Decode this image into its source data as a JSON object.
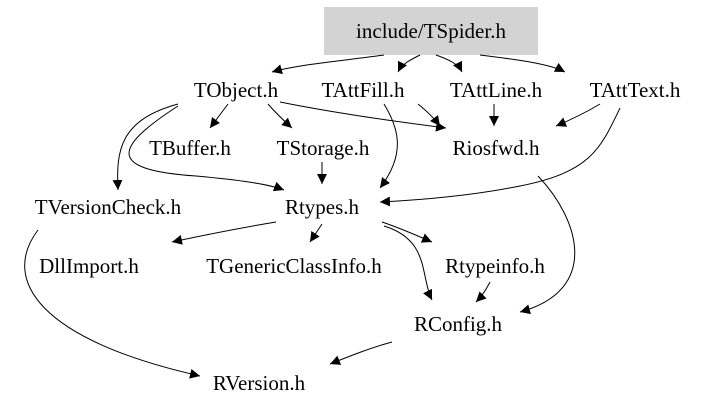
{
  "graph": {
    "root": "include/TSpider.h",
    "nodes": {
      "TSpider": "include/TSpider.h",
      "TObject": "TObject.h",
      "TAttFill": "TAttFill.h",
      "TAttLine": "TAttLine.h",
      "TAttText": "TAttText.h",
      "TBuffer": "TBuffer.h",
      "TStorage": "TStorage.h",
      "Riosfwd": "Riosfwd.h",
      "TVersionCheck": "TVersionCheck.h",
      "Rtypes": "Rtypes.h",
      "DllImport": "DllImport.h",
      "TGenericClassInfo": "TGenericClassInfo.h",
      "Rtypeinfo": "Rtypeinfo.h",
      "RConfig": "RConfig.h",
      "RVersion": "RVersion.h"
    },
    "edges": [
      [
        "TSpider",
        "TObject"
      ],
      [
        "TSpider",
        "TAttFill"
      ],
      [
        "TSpider",
        "TAttLine"
      ],
      [
        "TSpider",
        "TAttText"
      ],
      [
        "TObject",
        "TBuffer"
      ],
      [
        "TObject",
        "TStorage"
      ],
      [
        "TObject",
        "Riosfwd"
      ],
      [
        "TObject",
        "TVersionCheck"
      ],
      [
        "TObject",
        "Rtypes"
      ],
      [
        "TAttFill",
        "Rtypes"
      ],
      [
        "TAttFill",
        "Riosfwd"
      ],
      [
        "TAttLine",
        "Riosfwd"
      ],
      [
        "TAttText",
        "Riosfwd"
      ],
      [
        "TAttText",
        "Rtypes"
      ],
      [
        "TStorage",
        "Rtypes"
      ],
      [
        "Riosfwd",
        "RConfig"
      ],
      [
        "TVersionCheck",
        "RVersion"
      ],
      [
        "Rtypes",
        "DllImport"
      ],
      [
        "Rtypes",
        "TGenericClassInfo"
      ],
      [
        "Rtypes",
        "Rtypeinfo"
      ],
      [
        "Rtypes",
        "RConfig"
      ],
      [
        "Rtypeinfo",
        "RConfig"
      ],
      [
        "RConfig",
        "RVersion"
      ]
    ]
  }
}
